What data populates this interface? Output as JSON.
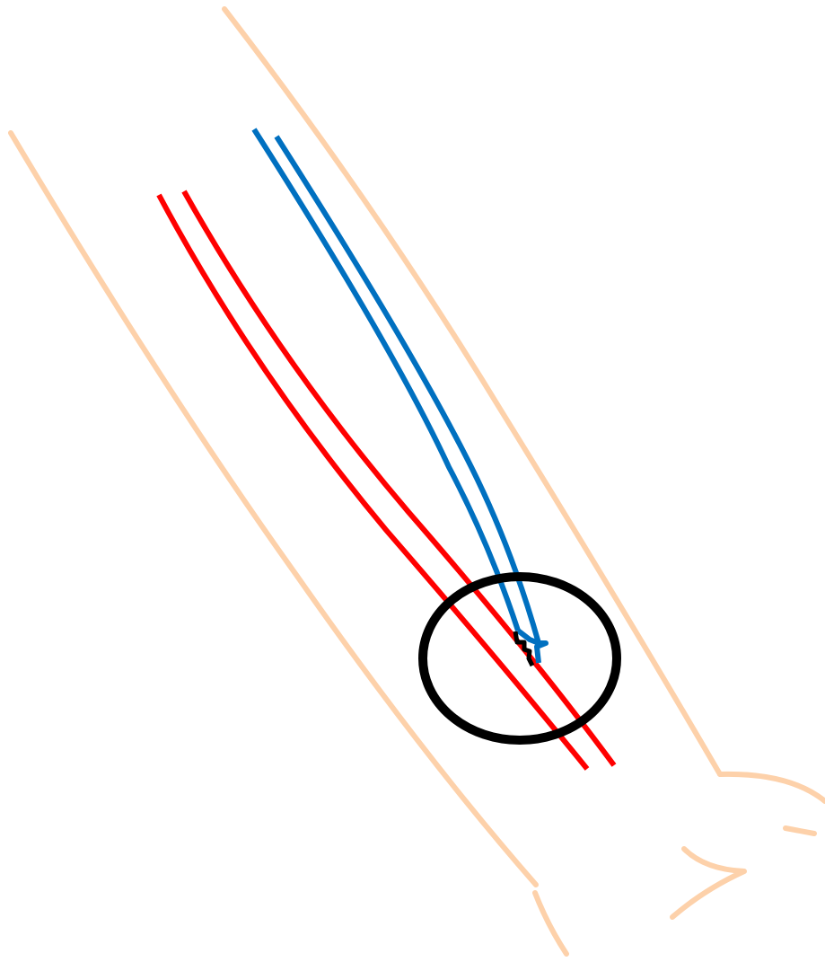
{
  "diagram": {
    "colors": {
      "background": "#ffffff",
      "arm_skin": "#FDD1AA",
      "artery": "#FF0000",
      "vein": "#0070C0",
      "anastomosis_zigzag": "#000000",
      "highlight_circle": "#000000"
    },
    "elements": {
      "arm_outline": "forearm-outline",
      "artery": "artery-vessel",
      "vein": "vein-vessel",
      "anastomosis": "anastomosis-junction",
      "highlight": "highlight-circle"
    }
  }
}
